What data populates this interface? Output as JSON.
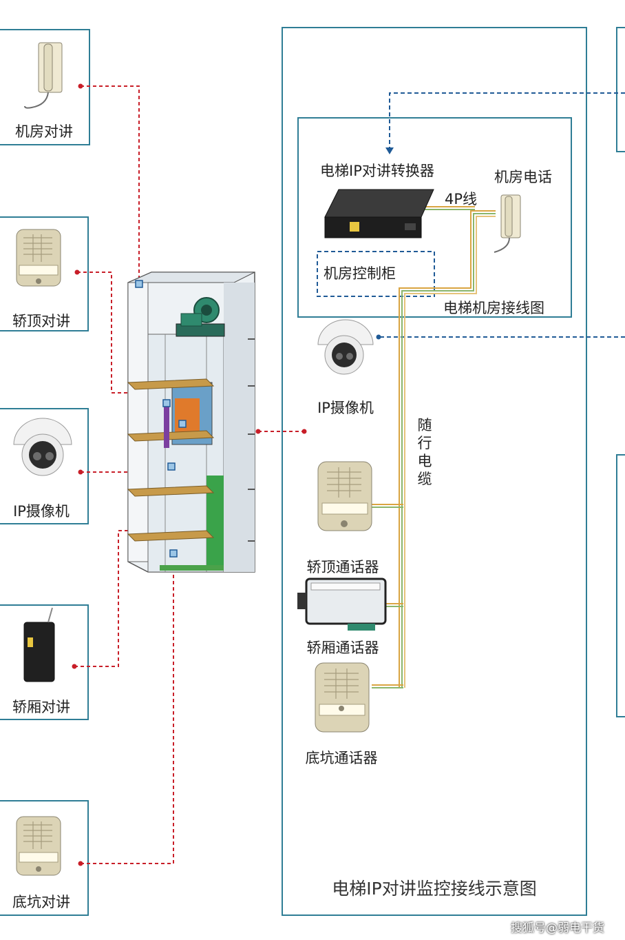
{
  "left_devices": [
    {
      "label": "机房对讲",
      "icon": "handset-phone-icon"
    },
    {
      "label": "轿顶对讲",
      "icon": "intercom-speaker-icon"
    },
    {
      "label": "IP摄像机",
      "icon": "dome-camera-icon"
    },
    {
      "label": "轿厢对讲",
      "icon": "car-intercom-icon"
    },
    {
      "label": "底坑对讲",
      "icon": "intercom-speaker-icon"
    }
  ],
  "machine_room": {
    "converter_label": "电梯IP对讲转换器",
    "phone_label": "机房电话",
    "wire_label": "4P线",
    "cabinet_label": "机房控制柜",
    "box_title": "电梯机房接线图"
  },
  "right_devices": {
    "camera_label": "IP摄像机",
    "cable_label": "随行电缆",
    "car_top_label": "轿顶通话器",
    "car_label": "轿厢通话器",
    "pit_label": "底坑通话器"
  },
  "diagram_title": "电梯IP对讲监控接线示意图",
  "watermark": "搜狐号@弱电干货",
  "colors": {
    "frame": "#2e7d95",
    "dashed_red": "#c81e28",
    "dashed_blue": "#1f5a96",
    "cable": "#d9a441"
  }
}
